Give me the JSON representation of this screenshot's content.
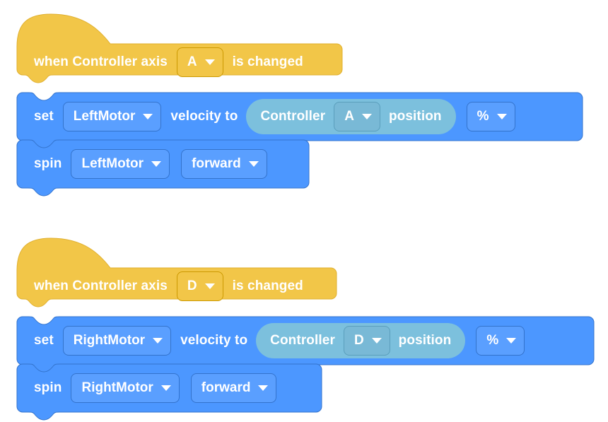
{
  "workspace": {
    "background_color": "#ffffff",
    "palette": {
      "event_hat_color": "#f2c648",
      "event_hat_border": "#cc9900",
      "motion_block_color": "#4c97ff",
      "motion_block_border": "#3373cc",
      "reporter_color": "#7cc0dd",
      "reporter_border": "#5a9ebc",
      "text_color": "#ffffff"
    }
  },
  "scripts": [
    {
      "id": "script-left-motor",
      "blocks": {
        "hat": {
          "type": "event-hat",
          "text_before": "when Controller axis",
          "dropdown_value": "A",
          "text_after": "is changed"
        },
        "set_velocity": {
          "type": "stack",
          "text_set": "set",
          "motor_dropdown": "LeftMotor",
          "text_velocity": "velocity to",
          "reporter": {
            "text_controller": "Controller",
            "axis_dropdown": "A",
            "text_position": "position"
          },
          "units_dropdown": "%"
        },
        "spin": {
          "type": "stack",
          "text_spin": "spin",
          "motor_dropdown": "LeftMotor",
          "direction_dropdown": "forward"
        }
      }
    },
    {
      "id": "script-right-motor",
      "blocks": {
        "hat": {
          "type": "event-hat",
          "text_before": "when Controller axis",
          "dropdown_value": "D",
          "text_after": "is changed"
        },
        "set_velocity": {
          "type": "stack",
          "text_set": "set",
          "motor_dropdown": "RightMotor",
          "text_velocity": "velocity to",
          "reporter": {
            "text_controller": "Controller",
            "axis_dropdown": "D",
            "text_position": "position"
          },
          "units_dropdown": "%"
        },
        "spin": {
          "type": "stack",
          "text_spin": "spin",
          "motor_dropdown": "RightMotor",
          "direction_dropdown": "forward"
        }
      }
    }
  ]
}
